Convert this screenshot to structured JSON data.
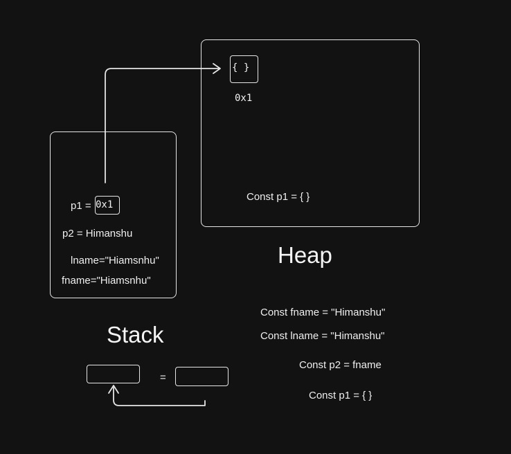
{
  "stack": {
    "title": "Stack",
    "rows": [
      {
        "key": "p1",
        "eq": " = ",
        "value": "0x1"
      },
      {
        "key": "p2",
        "eq": " = ",
        "value": "Himanshu"
      },
      {
        "key": "lname",
        "eq": "=",
        "value": "\"Hiamsnhu\""
      },
      {
        "key": "fname",
        "eq": "=",
        "value": "\"Hiamsnhu\""
      }
    ]
  },
  "heap": {
    "title": "Heap",
    "object_label": "{  }",
    "address": "0x1",
    "statement": "Const p1 = { }"
  },
  "equality": {
    "sign": "="
  },
  "code_lines": [
    "Const fname = \"Himanshu\"",
    "Const lname = \"Himanshu\"",
    "Const p2 = fname",
    "Const p1 = { }"
  ],
  "colors": {
    "background": "#121212",
    "stroke": "#e6e6e6",
    "text": "#f0f0f0"
  }
}
